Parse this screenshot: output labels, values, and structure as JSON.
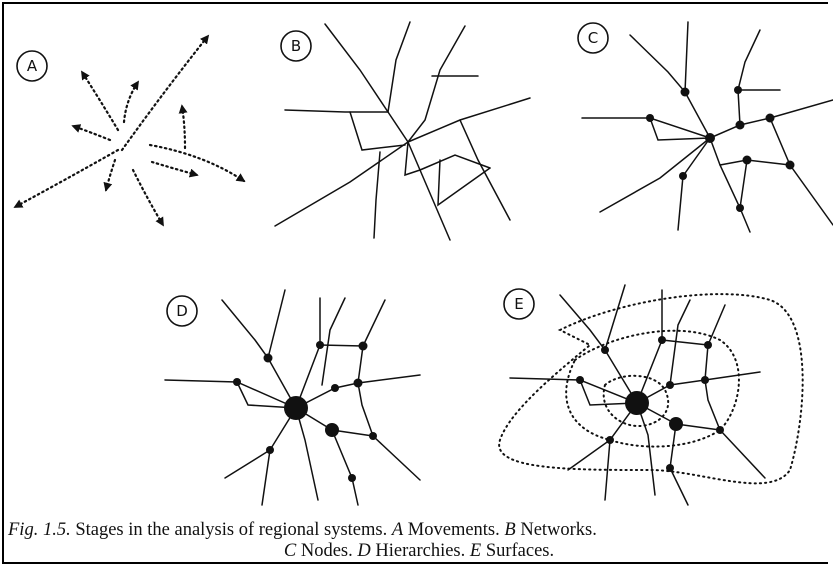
{
  "panels": [
    {
      "label": "A",
      "title": "Movements"
    },
    {
      "label": "B",
      "title": "Networks"
    },
    {
      "label": "C",
      "title": "Nodes"
    },
    {
      "label": "D",
      "title": "Hierarchies"
    },
    {
      "label": "E",
      "title": "Surfaces"
    }
  ],
  "caption": {
    "fig_prefix": "Fig. 1.5.",
    "intro": " Stages in the analysis of regional systems. ",
    "letter_a": "A",
    "word_a": " Movements. ",
    "letter_b": "B",
    "word_b": " Networks.",
    "letter_c": "C",
    "word_c": " Nodes. ",
    "letter_d": "D",
    "word_d": " Hierarchies. ",
    "letter_e": "E",
    "word_e": " Surfaces."
  },
  "colors": {
    "ink": "#111111",
    "paper": "#ffffff"
  }
}
